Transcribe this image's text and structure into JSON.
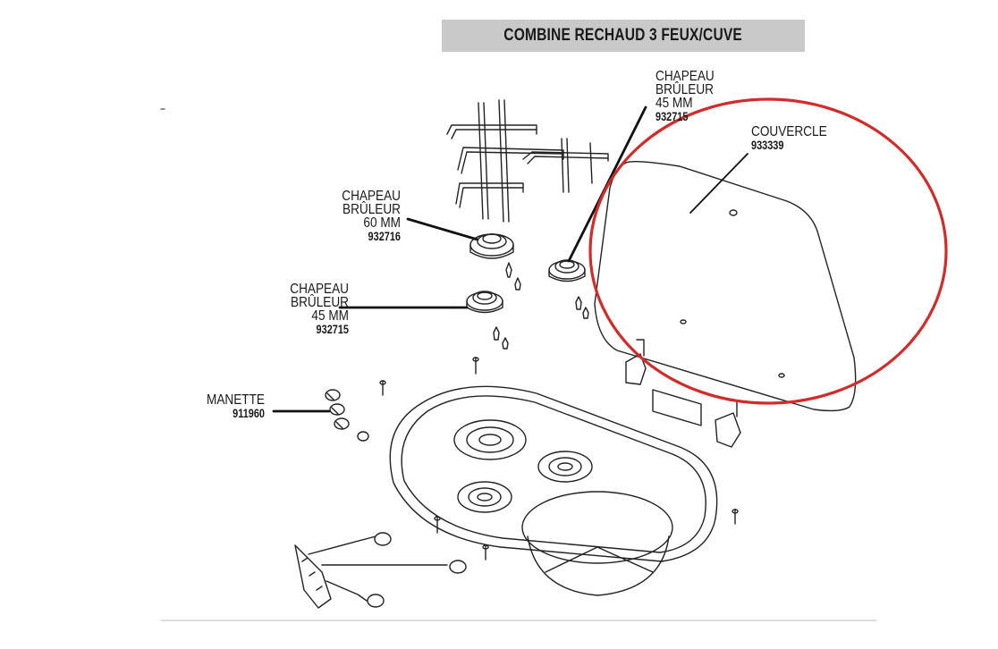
{
  "title": "COMBINE RECHAUD 3 FEUX/CUVE",
  "colors": {
    "highlight_circle": "#d42a2a",
    "title_bg": "#c9c9c9",
    "line_art": "#222222"
  },
  "callouts": {
    "chapeau_45_top": {
      "lines": [
        "CHAPEAU",
        "BRÛLEUR",
        "45 MM"
      ],
      "ref": "932715"
    },
    "couvercle": {
      "lines": [
        "COUVERCLE"
      ],
      "ref": "933339"
    },
    "chapeau_60": {
      "lines": [
        "CHAPEAU",
        "BRÛLEUR",
        "60 MM"
      ],
      "ref": "932716"
    },
    "chapeau_45_left": {
      "lines": [
        "CHAPEAU",
        "BRÛLEUR",
        "45 MM"
      ],
      "ref": "932715"
    },
    "manette": {
      "lines": [
        "MANETTE"
      ],
      "ref": "911960"
    }
  }
}
